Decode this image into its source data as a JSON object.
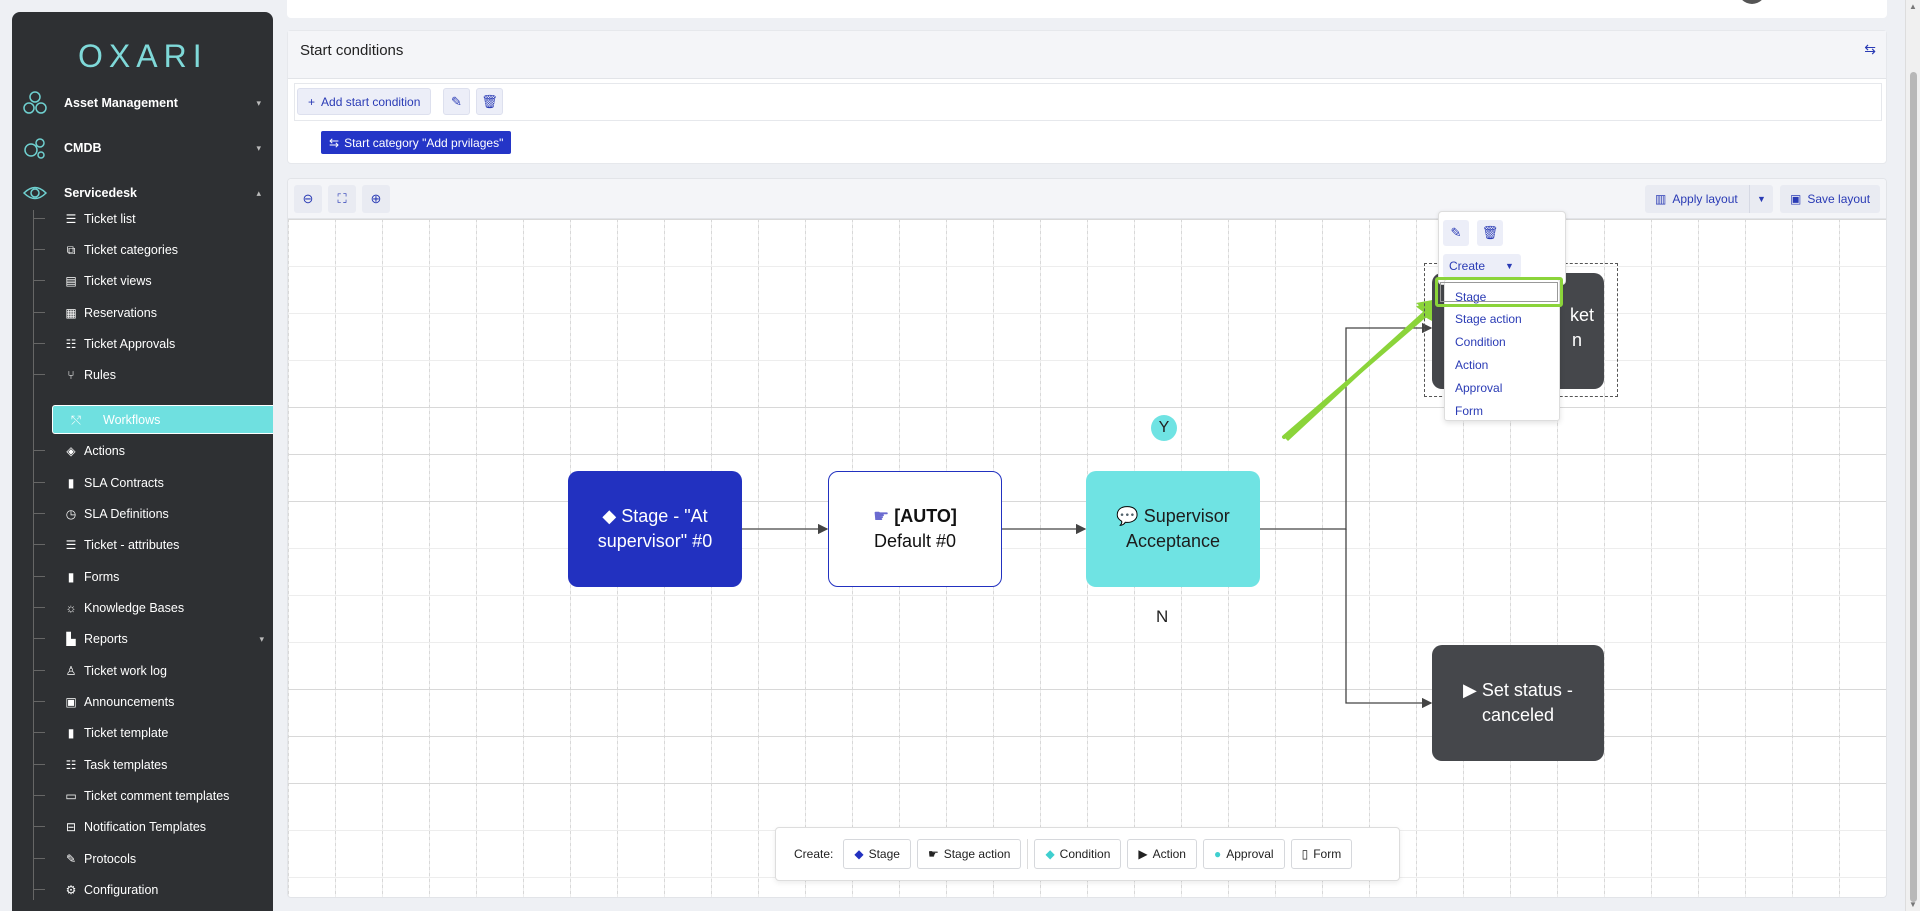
{
  "app": {
    "logo": "OXARI"
  },
  "sidebar": {
    "sections": [
      {
        "label": "Asset Management",
        "icon": "asset-icon"
      },
      {
        "label": "CMDB",
        "icon": "cmdb-icon"
      },
      {
        "label": "Servicedesk",
        "icon": "eye-icon"
      }
    ],
    "items": [
      {
        "label": "Ticket list"
      },
      {
        "label": "Ticket categories"
      },
      {
        "label": "Ticket views"
      },
      {
        "label": "Reservations"
      },
      {
        "label": "Ticket Approvals"
      },
      {
        "label": "Rules"
      },
      {
        "label": "Workflows",
        "active": true
      },
      {
        "label": "Actions"
      },
      {
        "label": "SLA Contracts"
      },
      {
        "label": "SLA Definitions"
      },
      {
        "label": "Ticket - attributes"
      },
      {
        "label": "Forms"
      },
      {
        "label": "Knowledge Bases"
      },
      {
        "label": "Reports"
      },
      {
        "label": "Ticket work log"
      },
      {
        "label": "Announcements"
      },
      {
        "label": "Ticket template"
      },
      {
        "label": "Task templates"
      },
      {
        "label": "Ticket comment templates"
      },
      {
        "label": "Notification Templates"
      },
      {
        "label": "Protocols"
      },
      {
        "label": "Configuration"
      }
    ]
  },
  "start_conditions": {
    "title": "Start conditions",
    "add_label": "Add start condition",
    "chip_label": "Start category \"Add prvilages\""
  },
  "canvas": {
    "apply_layout": "Apply layout",
    "save_layout": "Save layout",
    "nodes": {
      "stage": "Stage - \"At supervisor\" #0",
      "auto_bold": "[AUTO]",
      "auto_rest": "Default #0",
      "supervisor": "Supervisor Acceptance",
      "ticket": "ket",
      "ticket2": "n",
      "cancel": "Set status - canceled"
    },
    "edge_labels": {
      "yes": "Y",
      "no": "N"
    },
    "popover": {
      "create_label": "Create",
      "menu": [
        "Stage",
        "Stage action",
        "Condition",
        "Action",
        "Approval",
        "Form"
      ]
    },
    "create_bar": {
      "label": "Create:",
      "buttons": [
        "Stage",
        "Stage action",
        "Condition",
        "Action",
        "Approval",
        "Form"
      ]
    }
  },
  "colors": {
    "primary": "#2231c0",
    "accent": "#6fe3e3",
    "dark_node": "#45474b",
    "highlight": "#8bd43a"
  }
}
